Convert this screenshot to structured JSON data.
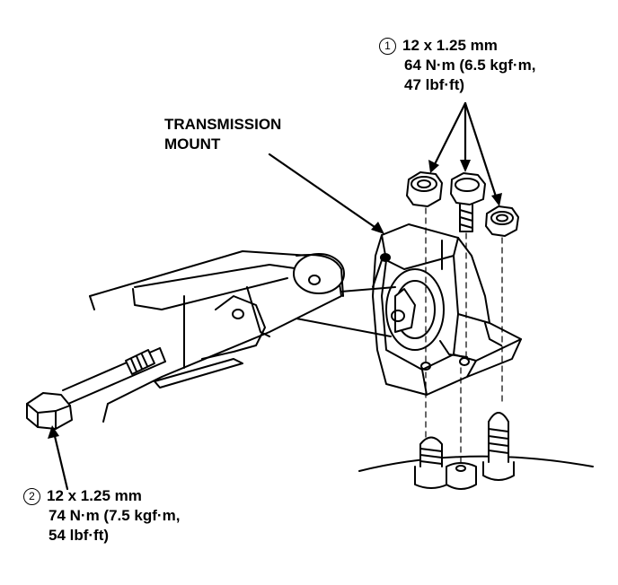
{
  "title_label": {
    "line1": "TRANSMISSION",
    "line2": "MOUNT"
  },
  "callout_1": {
    "number": "1",
    "line1": "12 x 1.25 mm",
    "line2": "64 N·m (6.5 kgf·m,",
    "line3": "47 lbf·ft)"
  },
  "callout_2": {
    "number": "2",
    "line1": "12 x 1.25 mm",
    "line2": "74 N·m (7.5 kgf·m,",
    "line3": "54 lbf·ft)"
  },
  "colors": {
    "ink": "#000000",
    "paper": "#ffffff"
  }
}
